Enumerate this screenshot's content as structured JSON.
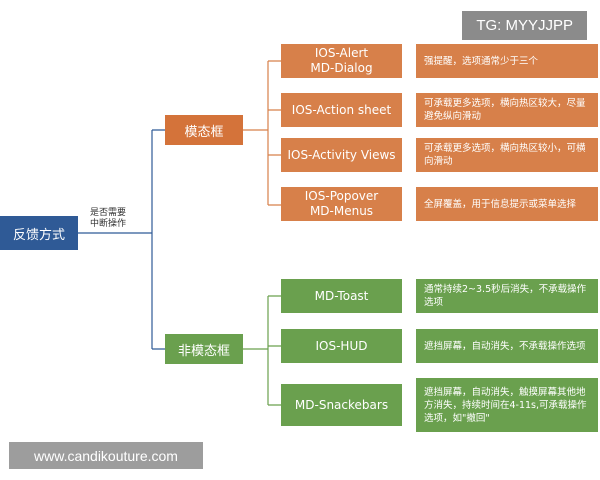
{
  "root": {
    "label": "反馈方式"
  },
  "edge_label": {
    "line1": "是否需要",
    "line2": "中断操作"
  },
  "categories": {
    "modal": {
      "label": "模态框",
      "items": [
        {
          "title_line1": "IOS-Alert",
          "title_line2": "MD-Dialog",
          "description": "强提醒，选项通常少于三个"
        },
        {
          "title_line1": "IOS-Action sheet",
          "title_line2": "",
          "description": "可承载更多选项，横向热区较大，尽量避免纵向滑动"
        },
        {
          "title_line1": "IOS-Activity Views",
          "title_line2": "",
          "description": "可承载更多选项，横向热区较小，可横向滑动"
        },
        {
          "title_line1": "IOS-Popover",
          "title_line2": "MD-Menus",
          "description": "全屏覆盖，用于信息提示或菜单选择"
        }
      ]
    },
    "non_modal": {
      "label": "非模态框",
      "items": [
        {
          "title_line1": "MD-Toast",
          "title_line2": "",
          "description": "通常持续2~3.5秒后消失，不承载操作选项"
        },
        {
          "title_line1": "IOS-HUD",
          "title_line2": "",
          "description": "遮挡屏幕，自动消失，不承载操作选项"
        },
        {
          "title_line1": "MD-Snackebars",
          "title_line2": "",
          "description": "遮挡屏幕，自动消失，触摸屏幕其他地方消失，持续时间在4-11s,可承载操作选项，如\"撤回\""
        }
      ]
    }
  },
  "overlays": {
    "tg": "TG: MYYJJPP",
    "watermark": "www.candikouture.com"
  },
  "colors": {
    "root": "#2f5a96",
    "modal": "#d4733a",
    "non_modal": "#6aa04e",
    "line": "#d7804a",
    "line_green": "#6aa04e",
    "line_root": "#2f5a96"
  }
}
